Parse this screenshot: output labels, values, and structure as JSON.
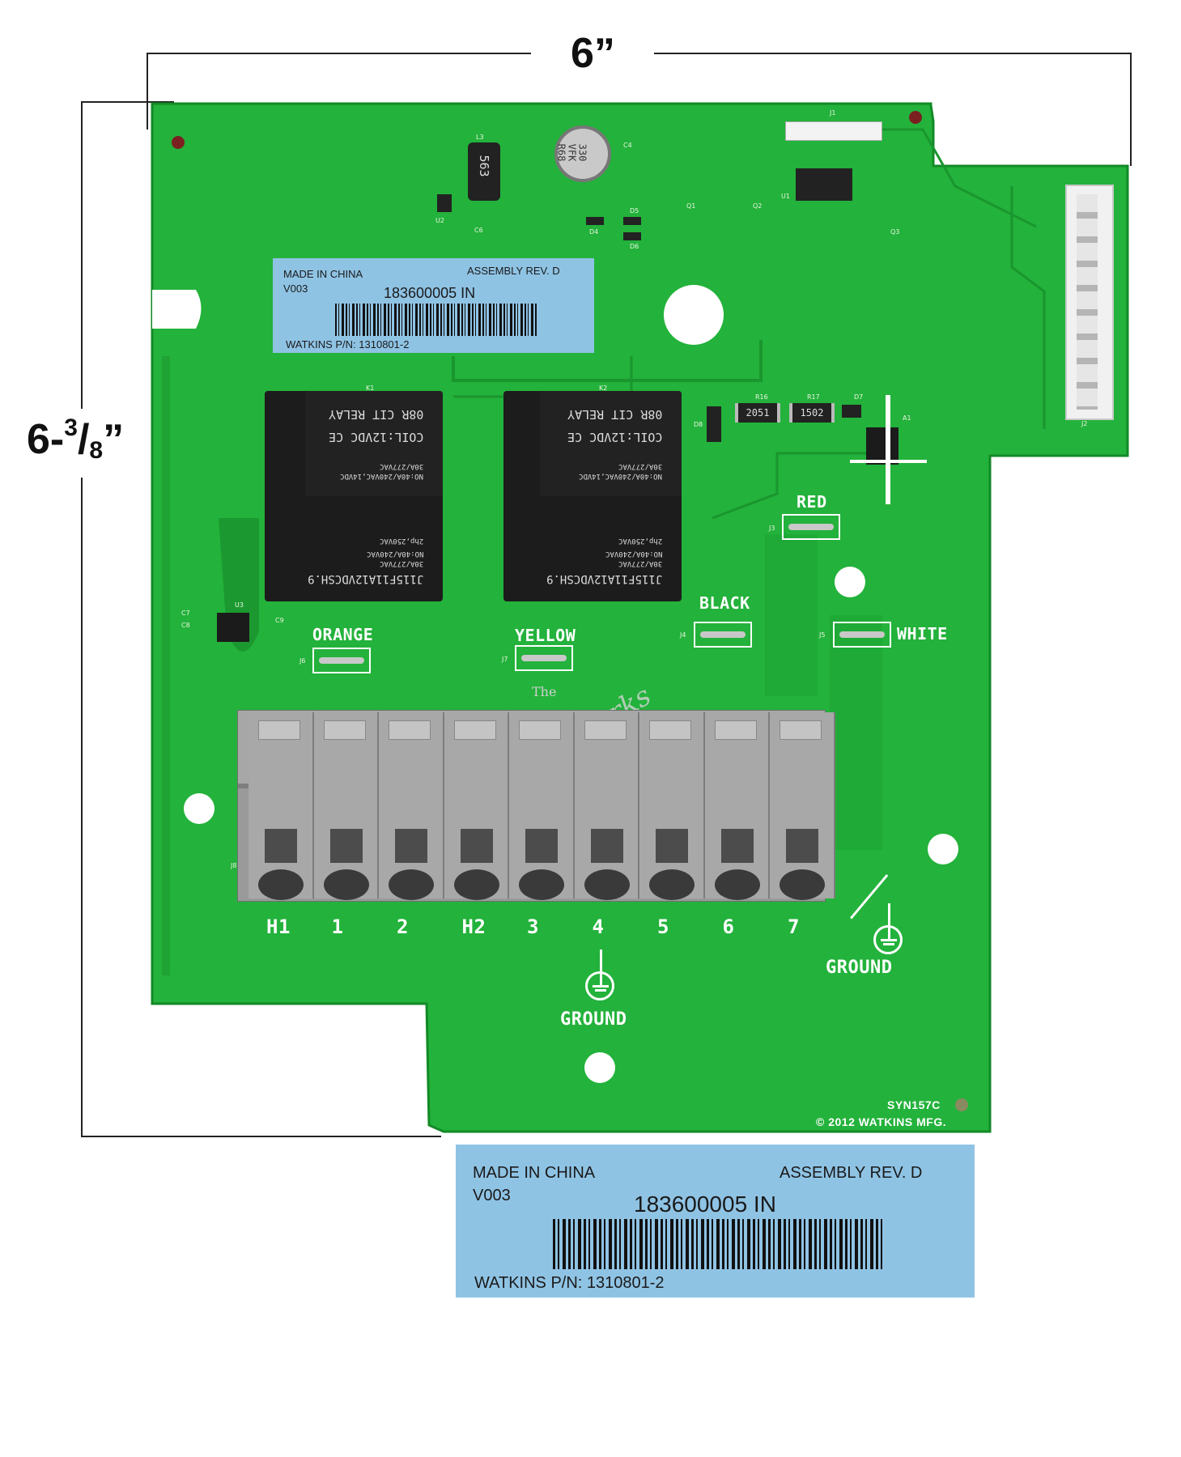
{
  "dimensions": {
    "width_label": "6”",
    "height_label_main": "6-",
    "height_label_num": "3",
    "height_label_slash": "/",
    "height_label_den": "8",
    "height_label_quote": "”"
  },
  "board_sticker": {
    "made_in": "MADE IN CHINA",
    "version": "V003",
    "assembly": "ASSEMBLY  REV.  D",
    "serial": "183600005 IN",
    "part": "WATKINS  P/N: 1310801-2"
  },
  "zoom_sticker": {
    "made_in": "MADE IN CHINA",
    "version": "V003",
    "assembly": "ASSEMBLY  REV.  D",
    "serial": "183600005 IN",
    "part": "WATKINS  P/N: 1310801-2"
  },
  "relays": [
    {
      "ref": "K1",
      "line1": "08R     CIT RELAY",
      "line2": "COIL:12VDC     CE",
      "line3": "NO:40A/240VAC,14VDC",
      "line4": "30A/277VAC",
      "line5": "2hp,250VAC",
      "line6": "NO:40A/240VAC",
      "line7": "30A/277VAC",
      "line8": "J115F11A12VDCSH.9"
    },
    {
      "ref": "K2",
      "line1": "08R     CIT RELAY",
      "line2": "COIL:12VDC     CE",
      "line3": "NO:40A/240VAC,14VDC",
      "line4": "30A/277VAC",
      "line5": "2hp,250VAC",
      "line6": "NO:40A/240VAC",
      "line7": "30A/277VAC",
      "line8": "J115F11A12VDCSH.9"
    }
  ],
  "wire_labels": {
    "red": "RED",
    "black": "BLACK",
    "white": "WHITE",
    "orange": "ORANGE",
    "yellow": "YELLOW"
  },
  "connector_refs": {
    "j3": "J3",
    "j4": "J4",
    "j5": "J5",
    "j6": "J6",
    "j7": "J7",
    "j1": "J1",
    "j2": "J2",
    "a1": "A1",
    "d7": "D7",
    "d8": "D8",
    "r16": "R16",
    "r17": "R17",
    "u3": "U3",
    "c7": "C7",
    "c8": "C8",
    "c9": "C9",
    "l3": "L3",
    "c4": "C4",
    "u1": "U1",
    "u2": "U2",
    "q1": "Q1",
    "q2": "Q2",
    "q3": "Q3",
    "d4": "D4",
    "d5": "D5",
    "d6": "D6",
    "c6": "C6",
    "j8": "J8"
  },
  "resistor_marks": {
    "r16": "2051",
    "r17": "1502"
  },
  "inductor_mark": "563",
  "capacitor_mark_1": "330",
  "capacitor_mark_2": "VFK",
  "capacitor_mark_3": "R68",
  "terminal_labels": [
    "H1",
    "1",
    "2",
    "H2",
    "3",
    "4",
    "5",
    "6",
    "7"
  ],
  "ground_label_1": "GROUND",
  "ground_label_2": "GROUND",
  "board_id": "SYN157C",
  "copyright": "© 2012  WATKINS  MFG.",
  "watermark_top": "The",
  "watermark_main": "SpaWorks",
  "colors": {
    "pcb_green": "#22b33a",
    "pcb_dark": "#178a2a",
    "label_blue": "#8fc3e4",
    "terminal_gray": "#a0a0a0"
  }
}
